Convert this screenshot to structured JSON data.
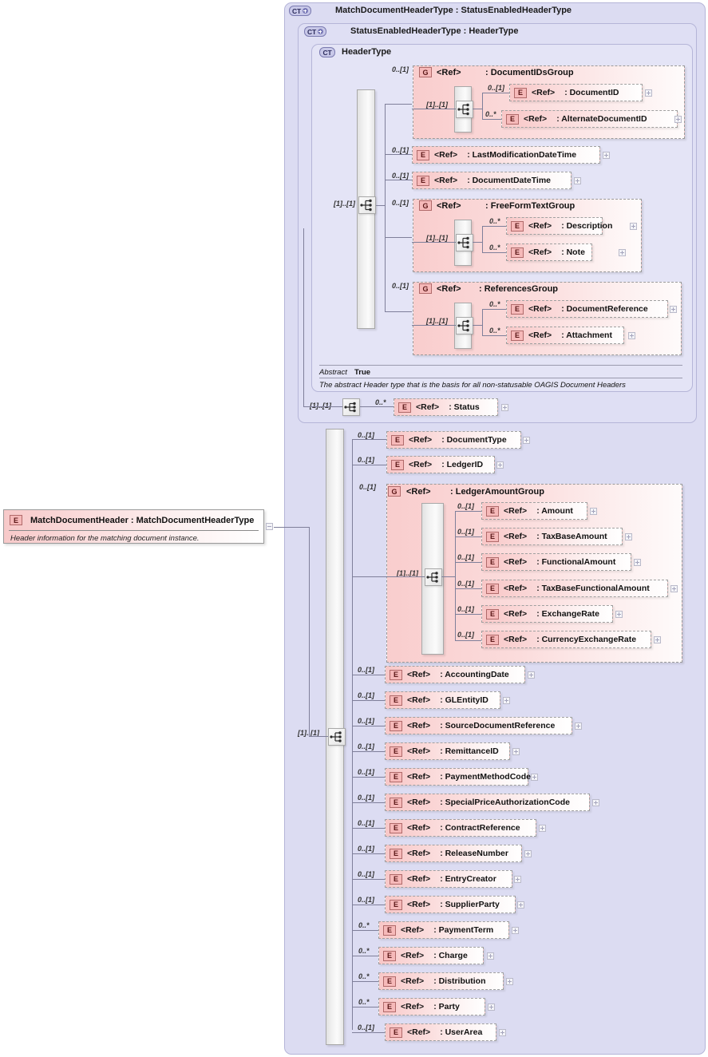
{
  "diagram": {
    "kind": "xsd-schema-diagram",
    "root_element": {
      "badge": "E",
      "title": "MatchDocumentHeader : MatchDocumentHeaderType",
      "documentation": "Header information for the matching document instance."
    },
    "complex_types": [
      {
        "badge": "CT",
        "expandable": true,
        "title": "MatchDocumentHeaderType : StatusEnabledHeaderType"
      },
      {
        "badge": "CT",
        "expandable": true,
        "title": "StatusEnabledHeaderType : HeaderType"
      },
      {
        "badge": "CT",
        "expandable": false,
        "title": "HeaderType"
      }
    ],
    "header_type_annotation": {
      "abstract_label": "Abstract",
      "abstract_value": "True",
      "documentation": "The abstract Header type that is the basis for all non-statusable OAGIS Document Headers"
    },
    "sequences": {
      "header_type_seq": "[1]..[1]",
      "document_ids_group_seq": "[1]..[1]",
      "free_form_text_group_seq": "[1]..[1]",
      "references_group_seq": "[1]..[1]",
      "status_enabled_seq": "[1]..[1]",
      "match_document_header_seq": "[1]..[1]",
      "ledger_amount_group_seq": "[1]..[1]"
    },
    "groups": {
      "document_ids": {
        "badge": "G",
        "ref": "<Ref>",
        "name": ": DocumentIDsGroup",
        "card": "0..[1]"
      },
      "free_form_text": {
        "badge": "G",
        "ref": "<Ref>",
        "name": ": FreeFormTextGroup",
        "card": "0..[1]"
      },
      "references": {
        "badge": "G",
        "ref": "<Ref>",
        "name": ": ReferencesGroup",
        "card": "0..[1]"
      },
      "ledger_amount": {
        "badge": "G",
        "ref": "<Ref>",
        "name": ": LedgerAmountGroup",
        "card": "0..[1]"
      }
    },
    "elements": {
      "document_ids_group_children": [
        {
          "badge": "E",
          "ref": "<Ref>",
          "name": ": DocumentID",
          "card": "0..[1]"
        },
        {
          "badge": "E",
          "ref": "<Ref>",
          "name": ": AlternateDocumentID",
          "card": "0..*"
        }
      ],
      "header_type_children": [
        {
          "badge": "E",
          "ref": "<Ref>",
          "name": ": LastModificationDateTime",
          "card": "0..[1]"
        },
        {
          "badge": "E",
          "ref": "<Ref>",
          "name": ": DocumentDateTime",
          "card": "0..[1]"
        }
      ],
      "free_form_text_group_children": [
        {
          "badge": "E",
          "ref": "<Ref>",
          "name": ": Description",
          "card": "0..*"
        },
        {
          "badge": "E",
          "ref": "<Ref>",
          "name": ": Note",
          "card": "0..*"
        }
      ],
      "references_group_children": [
        {
          "badge": "E",
          "ref": "<Ref>",
          "name": ": DocumentReference",
          "card": "0..*"
        },
        {
          "badge": "E",
          "ref": "<Ref>",
          "name": ": Attachment",
          "card": "0..*"
        }
      ],
      "status_enabled_children": [
        {
          "badge": "E",
          "ref": "<Ref>",
          "name": ": Status",
          "card": "0..*"
        }
      ],
      "ledger_amount_group_children": [
        {
          "badge": "E",
          "ref": "<Ref>",
          "name": ": Amount",
          "card": "0..[1]"
        },
        {
          "badge": "E",
          "ref": "<Ref>",
          "name": ": TaxBaseAmount",
          "card": "0..[1]"
        },
        {
          "badge": "E",
          "ref": "<Ref>",
          "name": ": FunctionalAmount",
          "card": "0..[1]"
        },
        {
          "badge": "E",
          "ref": "<Ref>",
          "name": ": TaxBaseFunctionalAmount",
          "card": "0..[1]"
        },
        {
          "badge": "E",
          "ref": "<Ref>",
          "name": ": ExchangeRate",
          "card": "0..[1]"
        },
        {
          "badge": "E",
          "ref": "<Ref>",
          "name": ": CurrencyExchangeRate",
          "card": "0..[1]"
        }
      ],
      "match_document_header_children": [
        {
          "badge": "E",
          "ref": "<Ref>",
          "name": ": DocumentType",
          "card": "0..[1]"
        },
        {
          "badge": "E",
          "ref": "<Ref>",
          "name": ": LedgerID",
          "card": "0..[1]"
        },
        {
          "badge": "E",
          "ref": "<Ref>",
          "name": ": AccountingDate",
          "card": "0..[1]"
        },
        {
          "badge": "E",
          "ref": "<Ref>",
          "name": ": GLEntityID",
          "card": "0..[1]"
        },
        {
          "badge": "E",
          "ref": "<Ref>",
          "name": ": SourceDocumentReference",
          "card": "0..[1]"
        },
        {
          "badge": "E",
          "ref": "<Ref>",
          "name": ": RemittanceID",
          "card": "0..[1]"
        },
        {
          "badge": "E",
          "ref": "<Ref>",
          "name": ": PaymentMethodCode",
          "card": "0..[1]"
        },
        {
          "badge": "E",
          "ref": "<Ref>",
          "name": ": SpecialPriceAuthorizationCode",
          "card": "0..[1]"
        },
        {
          "badge": "E",
          "ref": "<Ref>",
          "name": ": ContractReference",
          "card": "0..[1]"
        },
        {
          "badge": "E",
          "ref": "<Ref>",
          "name": ": ReleaseNumber",
          "card": "0..[1]"
        },
        {
          "badge": "E",
          "ref": "<Ref>",
          "name": ": EntryCreator",
          "card": "0..[1]"
        },
        {
          "badge": "E",
          "ref": "<Ref>",
          "name": ": SupplierParty",
          "card": "0..[1]"
        },
        {
          "badge": "E",
          "ref": "<Ref>",
          "name": ": PaymentTerm",
          "card": "0..*"
        },
        {
          "badge": "E",
          "ref": "<Ref>",
          "name": ": Charge",
          "card": "0..*"
        },
        {
          "badge": "E",
          "ref": "<Ref>",
          "name": ": Distribution",
          "card": "0..*"
        },
        {
          "badge": "E",
          "ref": "<Ref>",
          "name": ": Party",
          "card": "0..*"
        },
        {
          "badge": "E",
          "ref": "<Ref>",
          "name": ": UserArea",
          "card": "0..[1]"
        }
      ]
    },
    "colors": {
      "container_fill": "#dcdcf2",
      "container_border": "#b5b5d8",
      "element_pink": "#f8c7c7",
      "badge_pink": "#f6b9b9",
      "line": "#7f7f9a"
    }
  }
}
